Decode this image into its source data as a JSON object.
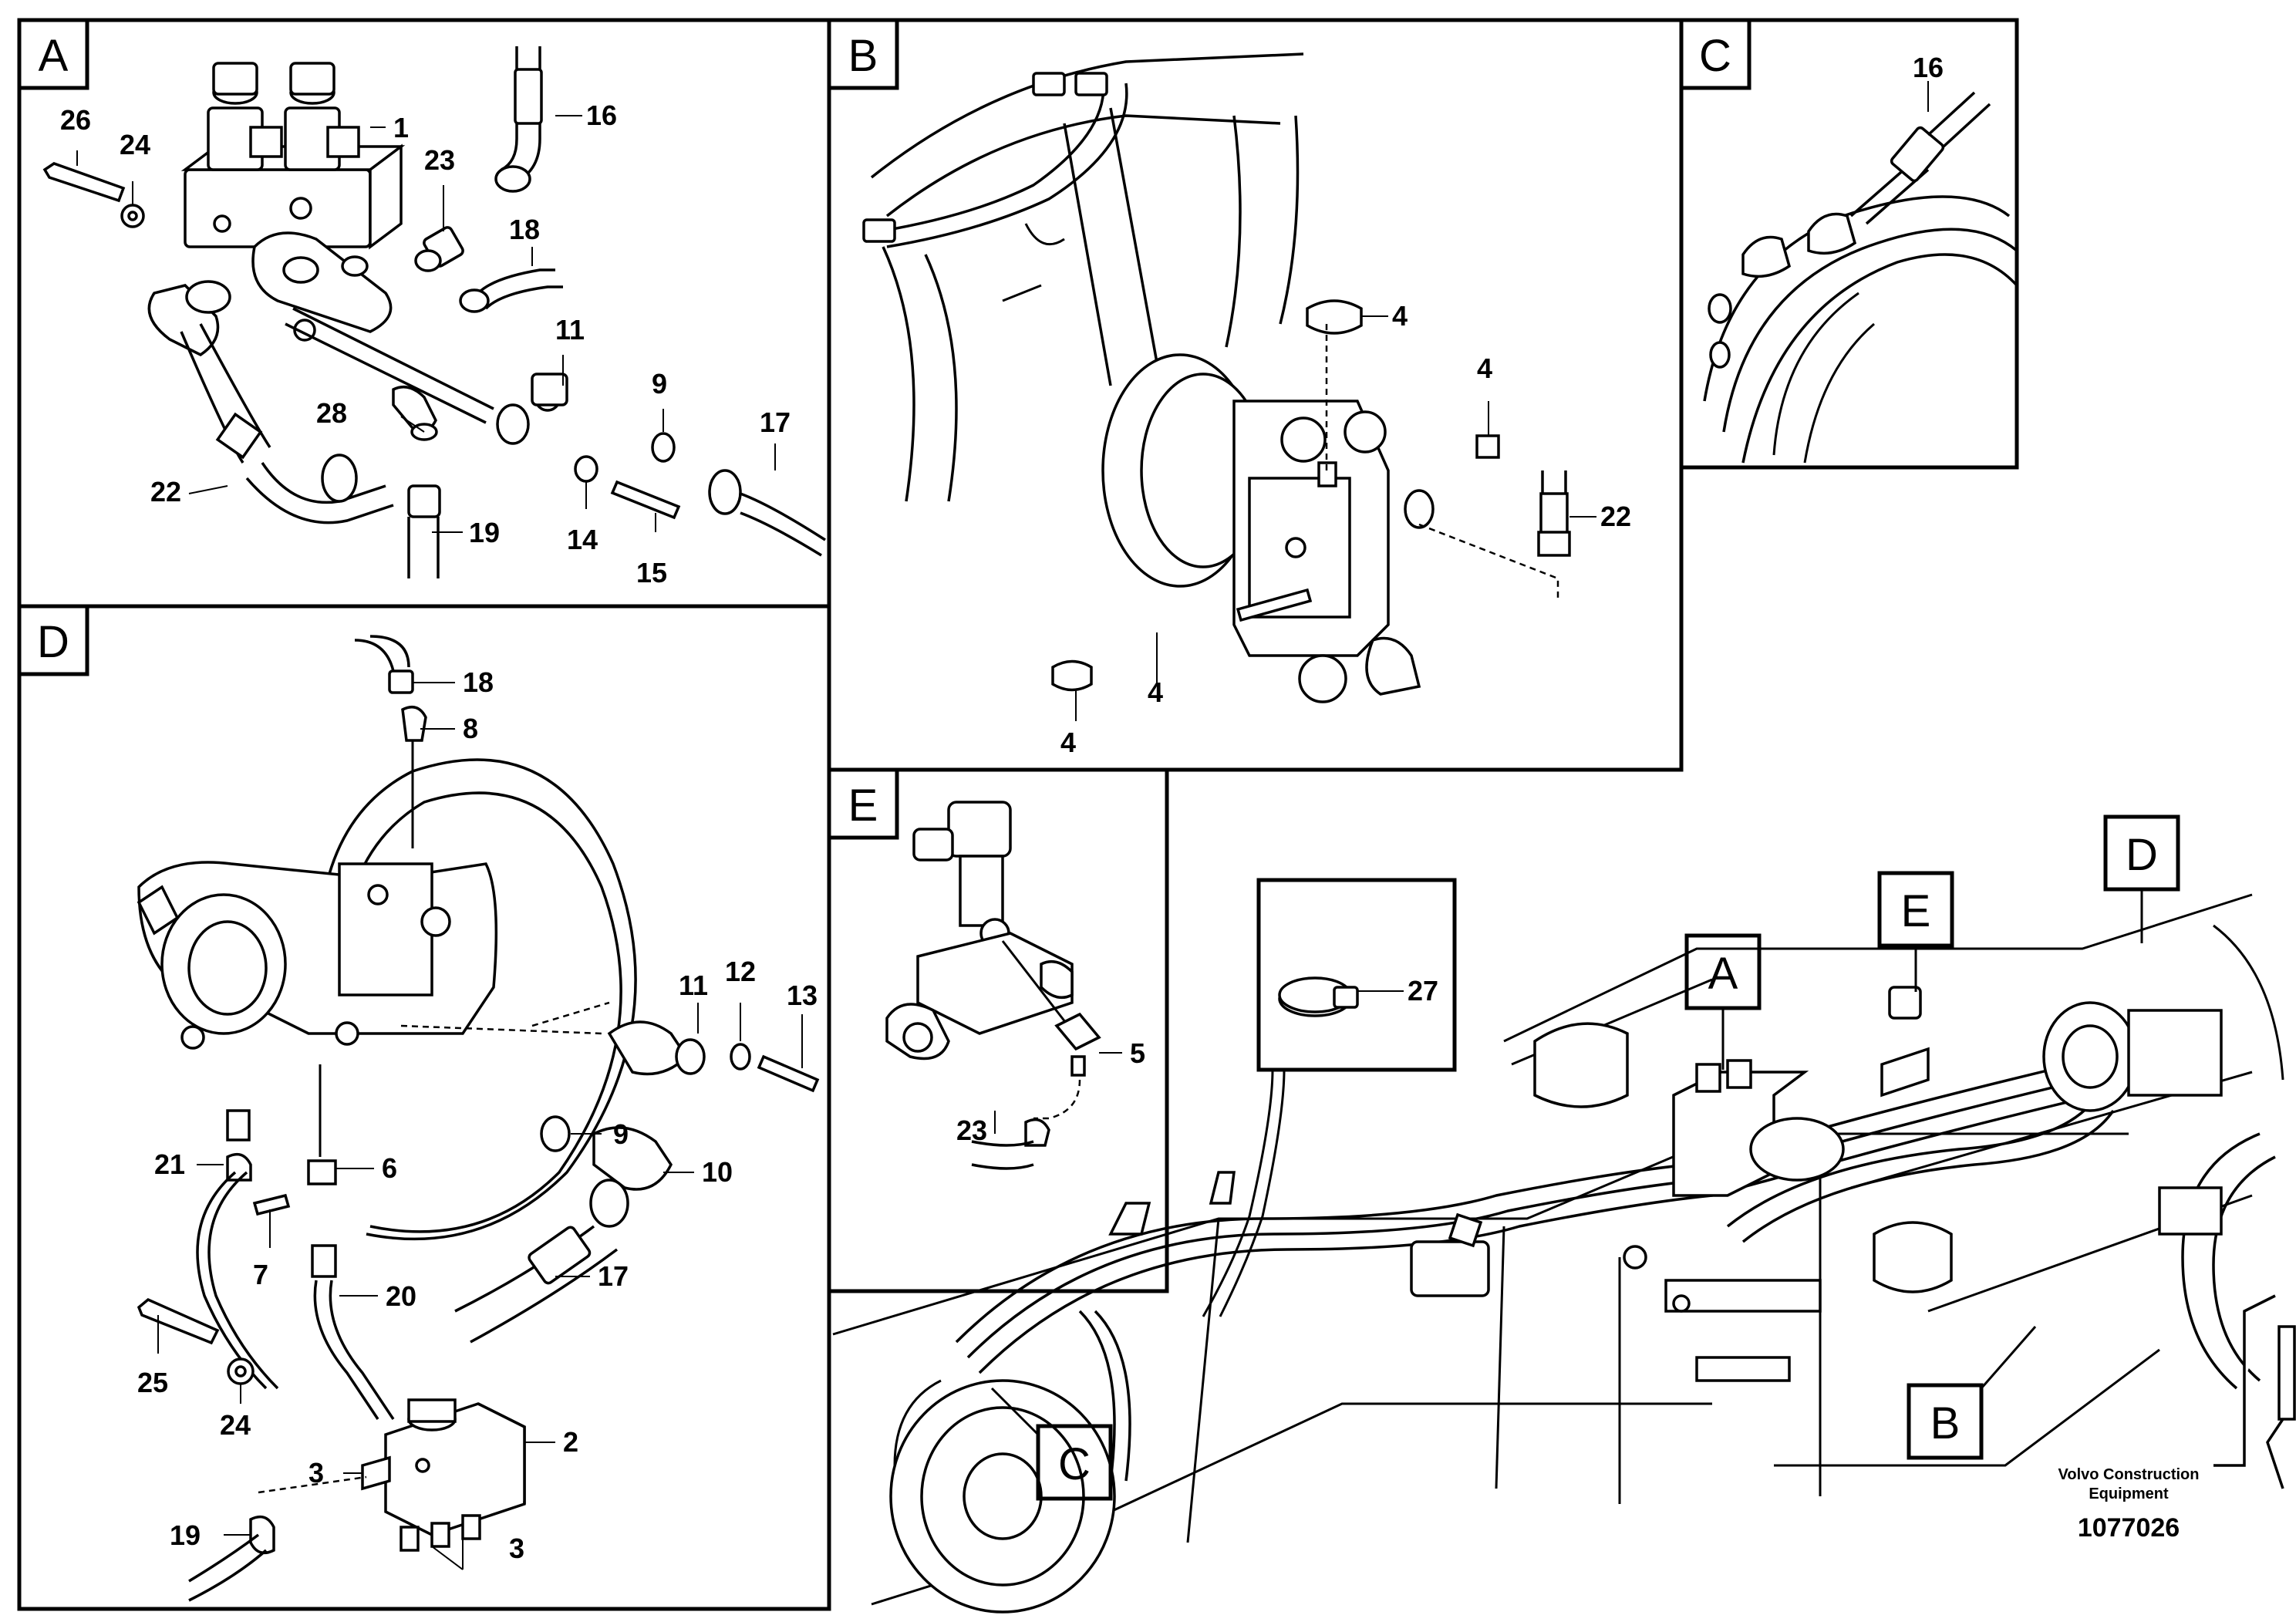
{
  "panels": {
    "A": {
      "label": "A",
      "callouts": {
        "p1": "1",
        "p9": "9",
        "p11": "11",
        "p14": "14",
        "p15": "15",
        "p16": "16",
        "p17": "17",
        "p18": "18",
        "p19": "19",
        "p22": "22",
        "p23": "23",
        "p24": "24",
        "p26": "26",
        "p28": "28"
      }
    },
    "B": {
      "label": "B",
      "callouts": {
        "p4a": "4",
        "p4b": "4",
        "p4c": "4",
        "p4d": "4",
        "p22": "22"
      }
    },
    "C": {
      "label": "C",
      "callouts": {
        "p16": "16"
      }
    },
    "D": {
      "label": "D",
      "callouts": {
        "p2": "2",
        "p3a": "3",
        "p3b": "3",
        "p6": "6",
        "p7": "7",
        "p8": "8",
        "p9": "9",
        "p10": "10",
        "p11": "11",
        "p12": "12",
        "p13": "13",
        "p17": "17",
        "p18": "18",
        "p19": "19",
        "p20": "20",
        "p21": "21",
        "p24": "24",
        "p25": "25"
      }
    },
    "E": {
      "label": "E",
      "callouts": {
        "p5": "5",
        "p23": "23"
      }
    },
    "clamp": {
      "callouts": {
        "p27": "27"
      }
    },
    "overview": {
      "tags": {
        "A": "A",
        "B": "B",
        "C": "C",
        "D": "D",
        "E": "E"
      }
    }
  },
  "credit": {
    "line1": "Volvo Construction",
    "line2": "Equipment"
  },
  "document_number": "1077026"
}
